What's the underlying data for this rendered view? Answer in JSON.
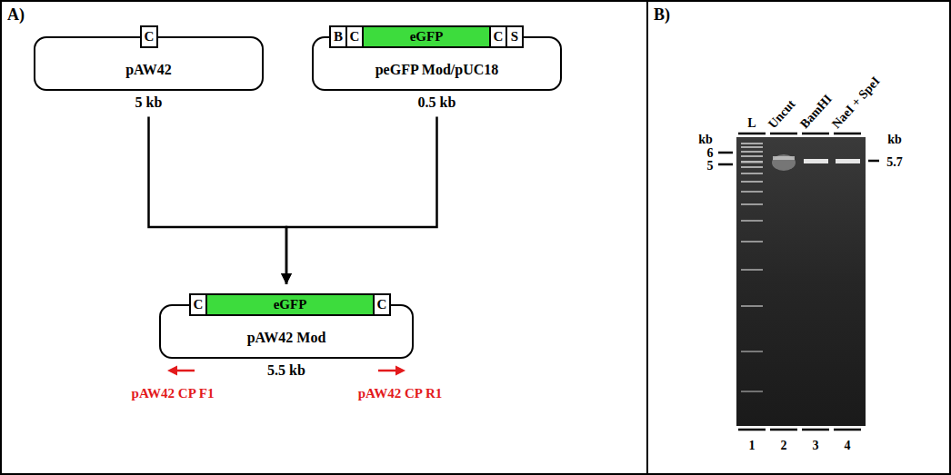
{
  "diagram": {
    "nodes": [
      {
        "text": [
          "A)"
        ]
      },
      {
        "text": [
          "pAW42",
          "5 kb"
        ],
        "in": 0
      },
      {
        "text": [
          "C"
        ],
        "in": 0
      },
      {
        "text": [
          "peGFP Mod/pUC18",
          "0.5 kb"
        ],
        "in": 0
      },
      {
        "text": [
          "B"
        ],
        "in": 0
      },
      {
        "text": [
          "C"
        ],
        "in": 0
      },
      {
        "text": [
          "eGFP"
        ],
        "in": 0
      },
      {
        "text": [
          "C"
        ],
        "in": 0
      },
      {
        "text": [
          "S"
        ],
        "in": 0
      },
      {
        "text": [
          "pAW42 Mod",
          "5.5 kb"
        ],
        "in": 0
      },
      {
        "text": [
          "C"
        ],
        "in": 0
      },
      {
        "text": [
          "eGFP"
        ],
        "in": 0
      },
      {
        "text": [
          "C"
        ],
        "in": 0
      },
      {
        "text": [
          "B)"
        ]
      }
    ],
    "edges": [
      {
        "from": 1,
        "to": 9,
        "arrow": "to"
      },
      {
        "from": 3,
        "to": 9,
        "arrow": "to"
      }
    ],
    "labels": [
      "pAW42 CP F1",
      "pAW42 CP R1",
      "kb",
      "L",
      "Uncut",
      "BamHI",
      "NaeI + SpeI",
      "kb",
      "6",
      "5",
      "5.7",
      "1",
      "2",
      "3",
      "4"
    ]
  }
}
